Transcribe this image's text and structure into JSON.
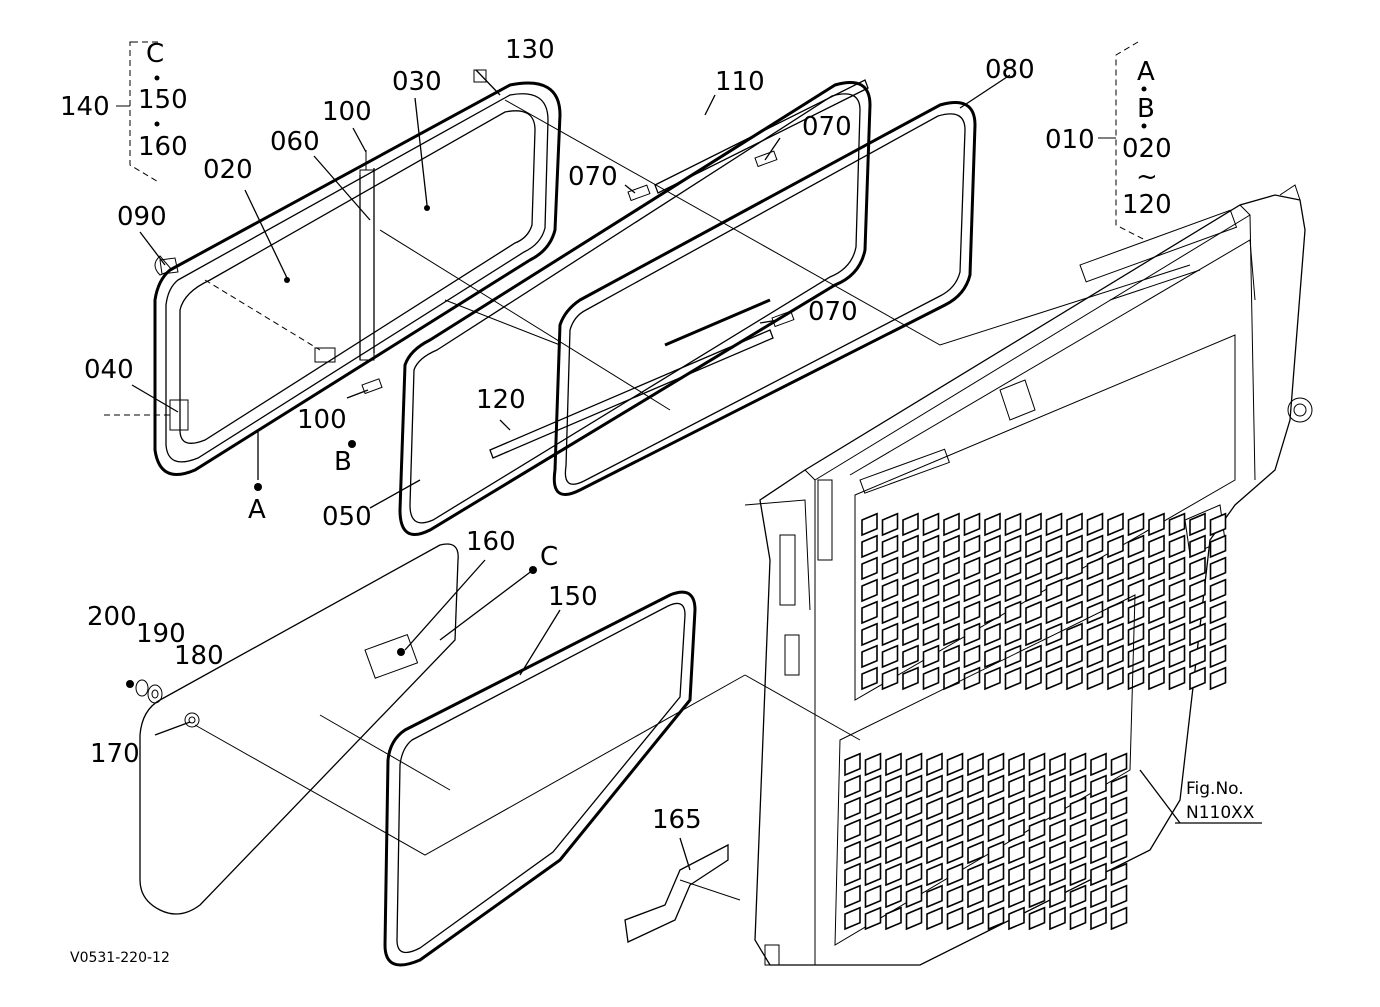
{
  "callouts": {
    "c010": "010",
    "c020a": "020",
    "c020b": "020",
    "c030": "030",
    "c040": "040",
    "c050": "050",
    "c060": "060",
    "c070a": "070",
    "c070b": "070",
    "c070c": "070",
    "c080": "080",
    "c090": "090",
    "c100a": "100",
    "c100b": "100",
    "c110": "110",
    "c120a": "120",
    "c120b": "120",
    "c130": "130",
    "c140": "140",
    "c150a": "150",
    "c150b": "150",
    "c160a": "160",
    "c160b": "160",
    "c165": "165",
    "c170": "170",
    "c180": "180",
    "c190": "190",
    "c200": "200"
  },
  "letters": {
    "A": "A",
    "B": "B",
    "C": "C"
  },
  "range_tilde": "~",
  "fig": {
    "label": "Fig.No.",
    "number": "N110XX"
  },
  "drawing_code": "V0531-220-12",
  "colors": {
    "ink": "#000000",
    "paper": "#ffffff"
  }
}
